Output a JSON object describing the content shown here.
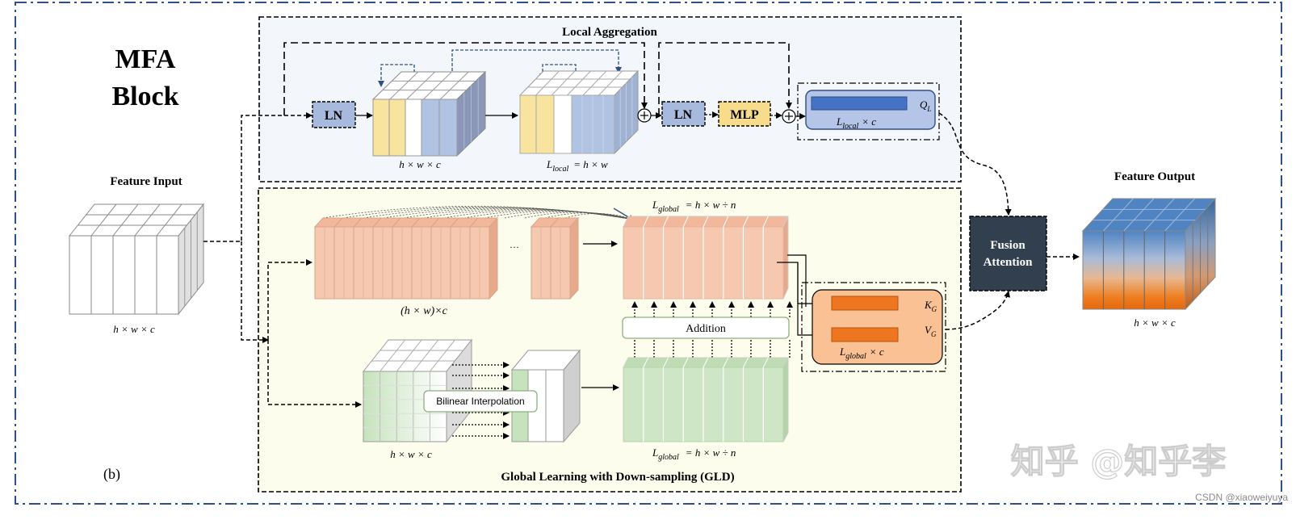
{
  "diagram": {
    "block_title_line1": "MFA",
    "block_title_line2": "Block",
    "panel_label": "(b)",
    "input": {
      "title": "Feature Input",
      "dim": "h × w × c"
    },
    "output": {
      "title": "Feature Output",
      "dim": "h × w × c"
    },
    "local": {
      "title": "Local Aggregation",
      "ln1": "LN",
      "ln2": "LN",
      "mlp": "MLP",
      "dim_after_ln": "h × w × c",
      "dim_local": "L",
      "dim_local_sub": "local",
      "dim_local_eq": "= h × w",
      "out_label": "L",
      "out_label_sub": "local",
      "out_label_tail": "× c",
      "q": "Q",
      "q_sub": "L"
    },
    "global": {
      "title": "Global Learning with Down-sampling (GLD)",
      "seq_dim": "(h × w)×c",
      "ellipsis": "···",
      "addition": "Addition",
      "bilinear": "Bilinear Interpolation",
      "grid_dim": "h × w × c",
      "top_eq_L": "L",
      "top_eq_sub": "global",
      "top_eq_rest": "= h × w ÷ n",
      "bottom_eq_L": "L",
      "bottom_eq_sub": "global",
      "bottom_eq_rest": "= h × w ÷ n",
      "kv_label": "L",
      "kv_sub": "global",
      "kv_tail": "× c",
      "k": "K",
      "k_sub": "G",
      "v": "V",
      "v_sub": "G"
    },
    "fusion": {
      "line1": "Fusion",
      "line2": "Attention"
    },
    "watermark": "知乎 @知乎李",
    "credit": "CSDN @xiaoweiyuya"
  },
  "colors": {
    "border_blue": "#2e4f88",
    "local_bg": "#f3f6fb",
    "global_bg": "#fdfdee",
    "ln_fill": "#a7b9dc",
    "mlp_fill": "#f7dc8c",
    "yellow": "#f8e39f",
    "blue": "#b0c3e3",
    "salmon": "#f6c8b0",
    "green": "#cfe6c6",
    "orange": "#ee7620",
    "kv_bg": "#f9c194",
    "q_bg": "#b5c5e8",
    "q_bar": "#4472c4",
    "fusion_fill": "#323f4f"
  }
}
